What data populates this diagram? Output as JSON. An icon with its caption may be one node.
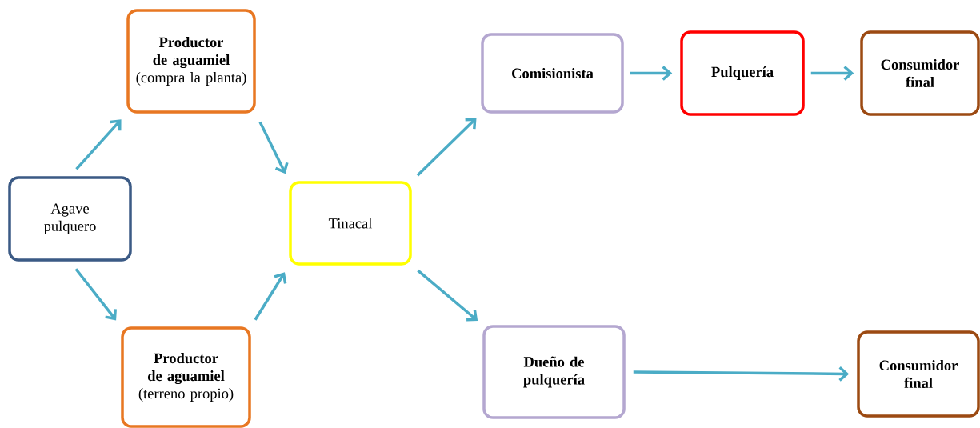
{
  "diagram": {
    "nodes": [
      {
        "text": [
          "Agave pulquero"
        ]
      },
      {
        "text": [
          "Productor de aguamiel",
          "(compra la planta)"
        ]
      },
      {
        "text": [
          "Productor de aguamiel",
          "(terreno propio)"
        ]
      },
      {
        "text": [
          "Tinacal"
        ]
      },
      {
        "text": [
          "Comisionista"
        ]
      },
      {
        "text": [
          "Pulquería"
        ]
      },
      {
        "text": [
          "Consumidor final"
        ]
      },
      {
        "text": [
          "Dueño de pulquería"
        ]
      },
      {
        "text": [
          "Consumidor final"
        ]
      }
    ],
    "edges": [
      {
        "from": 0,
        "to": 1,
        "arrow": "to"
      },
      {
        "from": 0,
        "to": 2,
        "arrow": "to"
      },
      {
        "from": 1,
        "to": 3,
        "arrow": "to"
      },
      {
        "from": 2,
        "to": 3,
        "arrow": "to"
      },
      {
        "from": 3,
        "to": 4,
        "arrow": "to"
      },
      {
        "from": 3,
        "to": 7,
        "arrow": "to"
      },
      {
        "from": 4,
        "to": 5,
        "arrow": "to"
      },
      {
        "from": 5,
        "to": 6,
        "arrow": "to"
      },
      {
        "from": 7,
        "to": 8,
        "arrow": "to"
      }
    ]
  }
}
